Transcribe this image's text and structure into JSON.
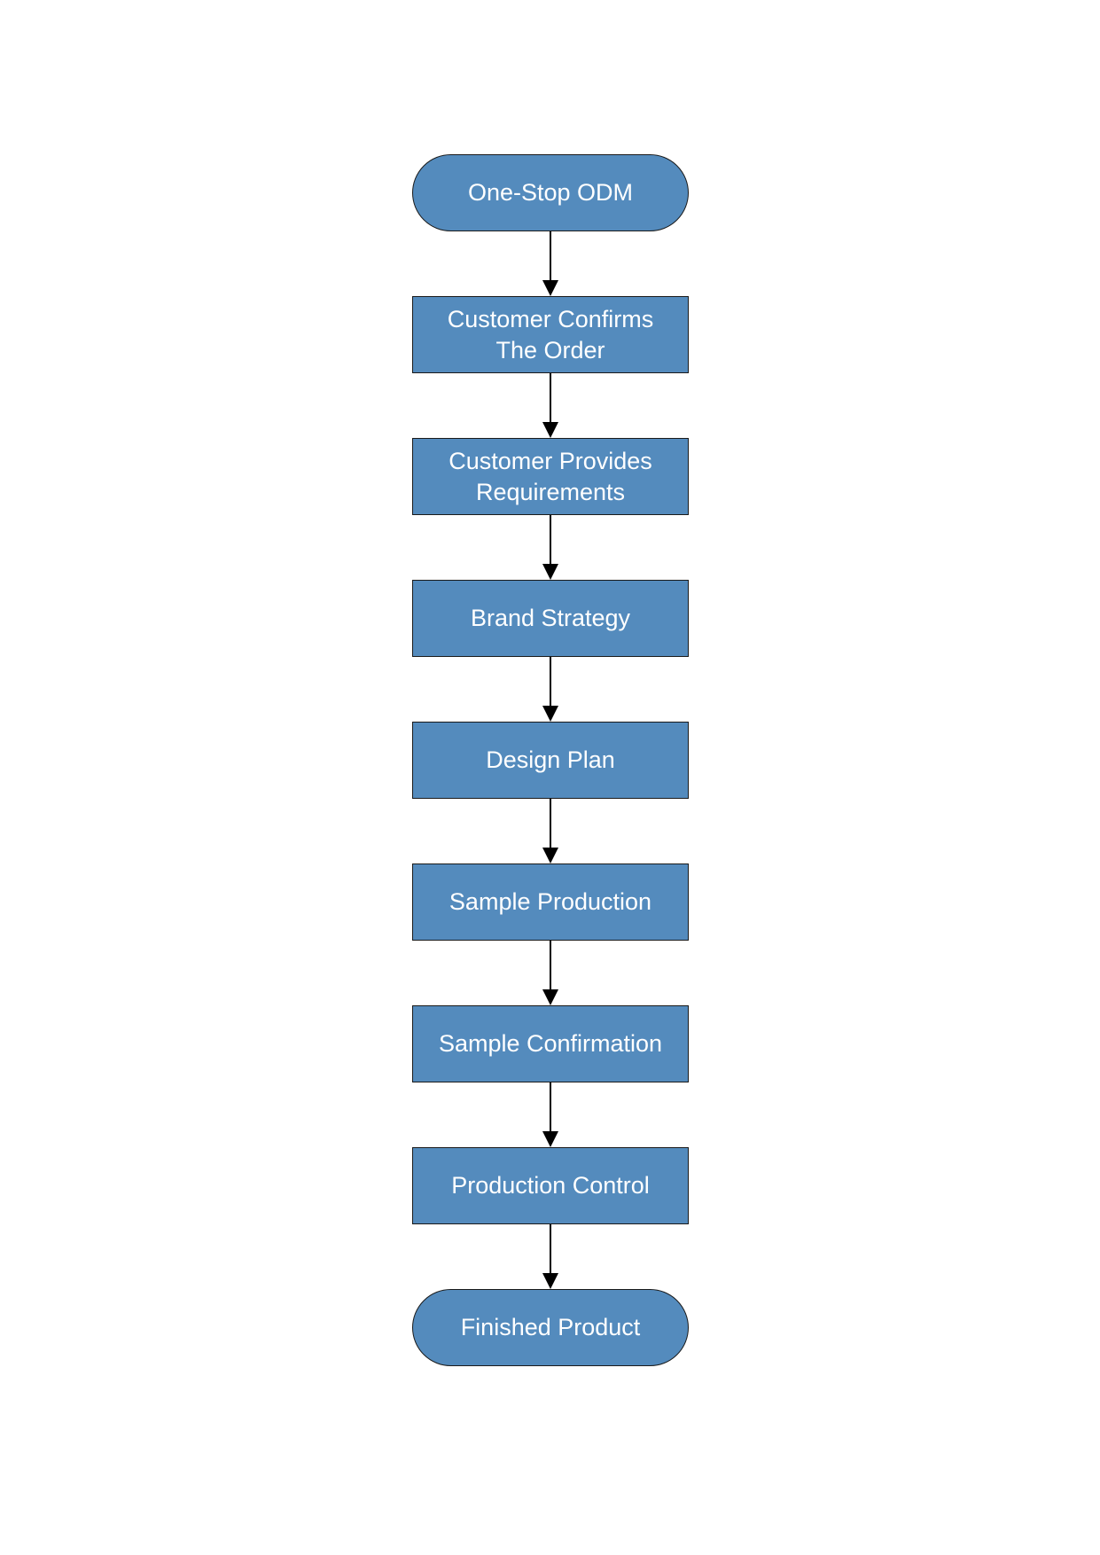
{
  "colors": {
    "node_fill": "#548bbd",
    "node_border": "#1a1a1a",
    "node_text": "#ffffff",
    "connector": "#000000"
  },
  "flow": {
    "nodes": [
      {
        "id": "one-stop-odm",
        "shape": "terminal",
        "label": "One-Stop ODM"
      },
      {
        "id": "customer-confirms-order",
        "shape": "process",
        "label": "Customer Confirms The Order"
      },
      {
        "id": "customer-provides-requirements",
        "shape": "process",
        "label": "Customer Provides Requirements"
      },
      {
        "id": "brand-strategy",
        "shape": "process",
        "label": "Brand Strategy"
      },
      {
        "id": "design-plan",
        "shape": "process",
        "label": "Design Plan"
      },
      {
        "id": "sample-production",
        "shape": "process",
        "label": "Sample Production"
      },
      {
        "id": "sample-confirmation",
        "shape": "process",
        "label": "Sample Confirmation"
      },
      {
        "id": "production-control",
        "shape": "process",
        "label": "Production Control"
      },
      {
        "id": "finished-product",
        "shape": "terminal",
        "label": "Finished Product"
      }
    ],
    "edges": [
      {
        "from": "one-stop-odm",
        "to": "customer-confirms-order"
      },
      {
        "from": "customer-confirms-order",
        "to": "customer-provides-requirements"
      },
      {
        "from": "customer-provides-requirements",
        "to": "brand-strategy"
      },
      {
        "from": "brand-strategy",
        "to": "design-plan"
      },
      {
        "from": "design-plan",
        "to": "sample-production"
      },
      {
        "from": "sample-production",
        "to": "sample-confirmation"
      },
      {
        "from": "sample-confirmation",
        "to": "production-control"
      },
      {
        "from": "production-control",
        "to": "finished-product"
      }
    ]
  }
}
